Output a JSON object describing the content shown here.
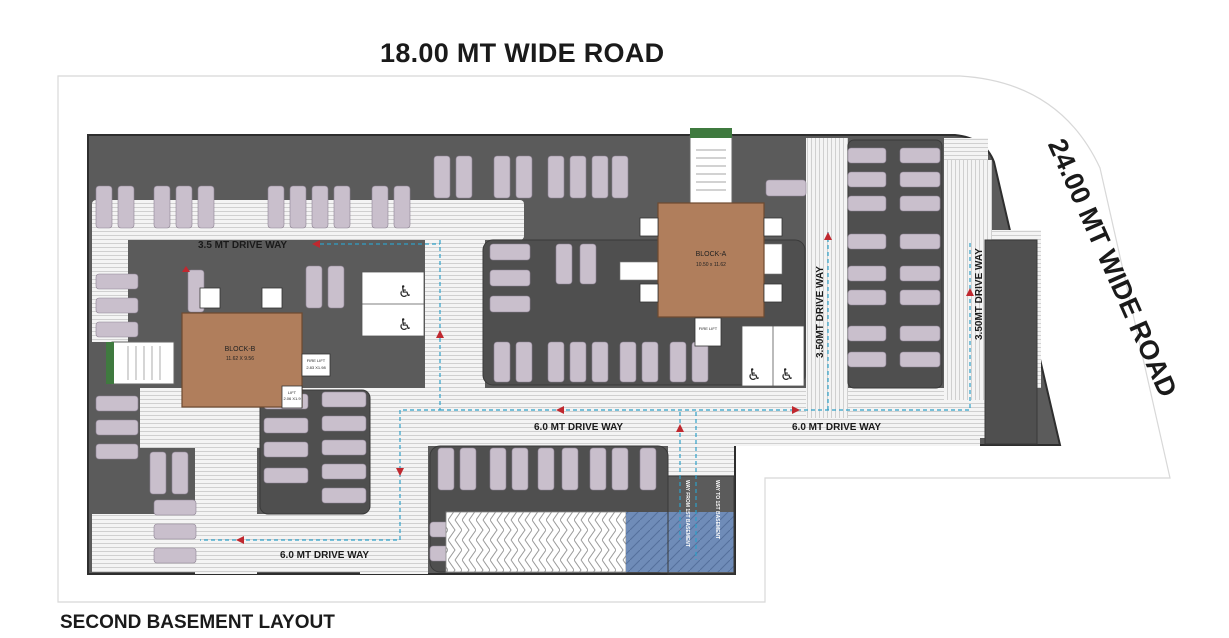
{
  "title": "SECOND BASEMENT LAYOUT",
  "roads": {
    "top": "18.00 MT WIDE ROAD",
    "right": "24.00 MT WIDE ROAD"
  },
  "blocks": {
    "a": {
      "name": "BLOCK-A",
      "size": "10.50 x 11.62"
    },
    "b": {
      "name": "BLOCK-B",
      "size": "11.62 X 9.56"
    }
  },
  "lifts": {
    "fire_lift_b": "FIRE LIFT",
    "fire_lift_b_size": "2.83 X1.98",
    "lift_b": "LIFT",
    "lift_b_size": "2.06 X1.9",
    "small_lift": "LIFT",
    "fire_lift_a": "FIRE LIFT"
  },
  "drive_ways": {
    "top": "3.5 MT DRIVE WAY",
    "middle_left": "6.0 MT DRIVE WAY",
    "middle_right": "6.0 MT DRIVE WAY",
    "bottom": "6.0 MT DRIVE WAY",
    "vertical_center": "3.50MT DRIVE WAY",
    "vertical_right": "3.50MT DRIVE WAY"
  },
  "ramps": {
    "up": "WAY TO 1ST BASEMENT",
    "down": "WAY FROM 1ST BASEMENT"
  },
  "colors": {
    "slab": "#5b5b5b",
    "drive": "#f2f2f2",
    "block": "#b07e5c",
    "car": "#c9bfcc",
    "arrow": "#c0282f",
    "path": "#2fa0c8",
    "ramp": "#6c89b5"
  }
}
